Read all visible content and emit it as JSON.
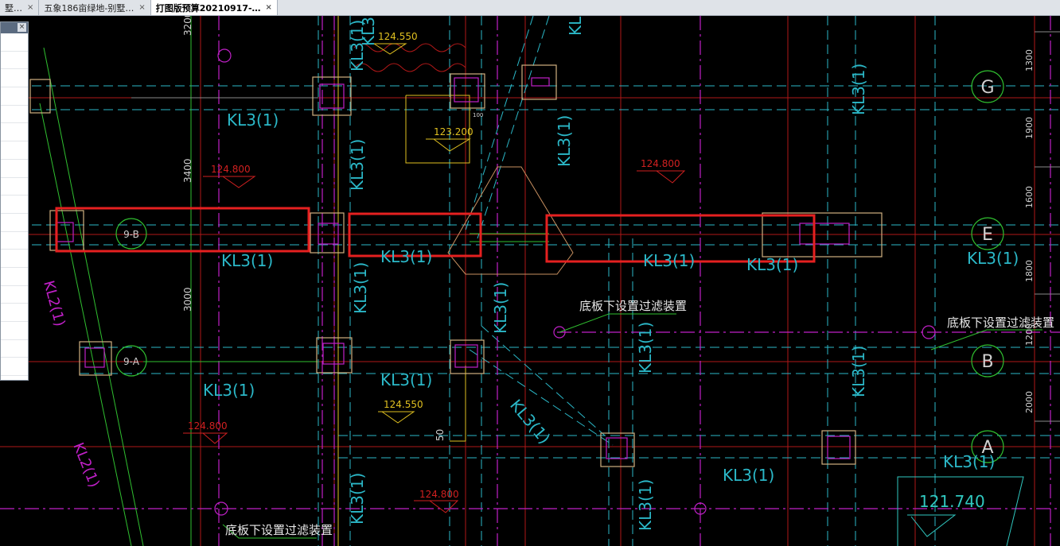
{
  "tabs": [
    {
      "label": "墅…",
      "close": "×"
    },
    {
      "label": "五象186亩绿地-别墅…",
      "close": "×"
    },
    {
      "label": "打图版预算20210917-…",
      "close": "×"
    }
  ],
  "panel": {
    "close": "×",
    "items": [
      "",
      "",
      "",
      "",
      "",
      "",
      "",
      "",
      "",
      "",
      "",
      "",
      "",
      "",
      "",
      "",
      "",
      "",
      ""
    ]
  },
  "drawing": {
    "beam_labels": [
      "KL3(1)",
      "KL3(1)",
      "KL3(1)",
      "KL3(1)",
      "KL3(1)",
      "KL3(1)",
      "KL3(1)",
      "KL3(1)",
      "KL3(1)",
      "KL3(1)",
      "KL3(1)",
      "KL3(1)",
      "KL3(1)",
      "KL3(1)",
      "KL3(1)",
      "KL3(1)",
      "KL3(1)",
      "KL3(1)",
      "KL3(1)",
      "KL3(1)",
      "KL3(1)",
      "KL3(1)",
      "KL3(1)",
      "KL2(1)",
      "KL2(1)"
    ],
    "elevations": [
      "124.550",
      "123.200",
      "124.800",
      "124.800",
      "124.550",
      "124.800",
      "124.800",
      "121.740"
    ],
    "dims_left": [
      "3200",
      "3400",
      "3000",
      "50"
    ],
    "dims_right": [
      "1300",
      "1900",
      "1600",
      "1800",
      "1200",
      "2000"
    ],
    "axis_labels": [
      "G",
      "E",
      "B",
      "A"
    ],
    "grid_labels": [
      "9-B",
      "9-A"
    ],
    "notes": [
      "底板下设置过滤装置",
      "底板下设置过滤装置",
      "底板下设置过滤装置"
    ],
    "small_dim": "100"
  }
}
